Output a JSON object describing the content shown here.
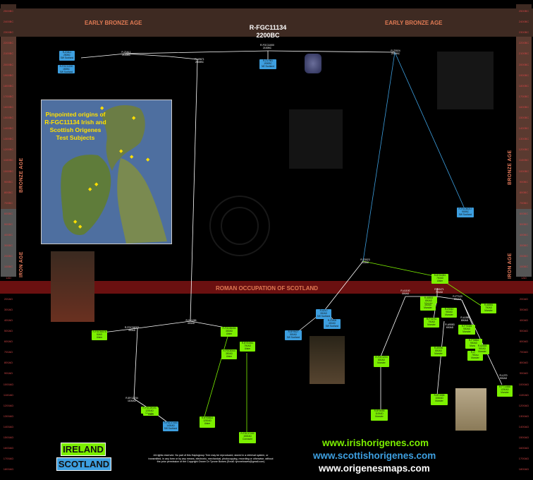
{
  "header": {
    "title_line1": "R-FGC11134",
    "title_line2": "2200BC",
    "left_era": "EARLY BRONZE AGE",
    "right_era": "EARLY BRONZE AGE"
  },
  "bands": {
    "roman": "ROMAN OCCUPATION OF SCOTLAND"
  },
  "side_labels": {
    "bronze_left": "BRONZE AGE",
    "bronze_right": "BRONZE AGE",
    "iron_left": "IRON AGE",
    "iron_right": "IRON AGE"
  },
  "timeline_ticks": [
    "2500BC",
    "2400BC",
    "2300BC",
    "2200BC",
    "2100BC",
    "2000BC",
    "1900BC",
    "1800BC",
    "1700BC",
    "1600BC",
    "1500BC",
    "1400BC",
    "1300BC",
    "1200BC",
    "1100BC",
    "1000BC",
    "900BC",
    "800BC",
    "700BC",
    "600BC",
    "500BC",
    "400BC",
    "300BC",
    "200BC",
    "100BC",
    "1AD",
    "100AD",
    "200AD",
    "300AD",
    "400AD",
    "500AD",
    "600AD",
    "700AD",
    "800AD",
    "900AD",
    "1000AD",
    "1100AD",
    "1200AD",
    "1300AD",
    "1400AD",
    "1500AD",
    "1600AD",
    "1700AD",
    "1800AD"
  ],
  "map_inset": {
    "caption": "Pinpointed origins of R-FGC11134 Irish and Scottish Origenes Test Subjects"
  },
  "hubs": [
    {
      "id": "h-root",
      "text": "R-FGC11000\n2100BC"
    },
    {
      "id": "h-left",
      "text": "R-Z16L1\n2100BC"
    },
    {
      "id": "h-mid",
      "text": "R-A9671\n2000BC"
    },
    {
      "id": "h-right",
      "text": "R-Z3024\n2100BC"
    },
    {
      "id": "h-iron",
      "text": "R-Z3023\n100BC"
    },
    {
      "id": "h-lower-left",
      "text": "R-FGC34003\n300AD"
    },
    {
      "id": "h-lower-mid",
      "text": "R-S11286\n400AD"
    },
    {
      "id": "h-r1",
      "text": "R-A1100\n300AD"
    },
    {
      "id": "h-r2",
      "text": "R-A9471\n700AD"
    },
    {
      "id": "h-r3",
      "text": "R-FT123\n800AD"
    },
    {
      "id": "h-r4",
      "text": "R-A9083\n600AD"
    },
    {
      "id": "h-r5",
      "text": "R-A158\n800AD"
    },
    {
      "id": "h-ll2",
      "text": "R-BY12234\n1100AD"
    },
    {
      "id": "h-rr",
      "text": "R-L270\n900AD"
    }
  ],
  "nodes": [
    {
      "id": "n1",
      "color": "blue",
      "text": "R-Z16L1\n250BC\nSW Scotland"
    },
    {
      "id": "n2",
      "color": "blue",
      "text": "R-FGC11000\n150BC\nSW Scotland"
    },
    {
      "id": "n3",
      "color": "blue",
      "text": "R-Z17981\n1900BC\nNE Scotland"
    },
    {
      "id": "n4",
      "color": "blue",
      "text": "R-FGC80217\n900BC\nSW Scotland"
    },
    {
      "id": "n5",
      "color": "green",
      "text": "R-FGC54078\n50AD\nUlster"
    },
    {
      "id": "n6",
      "color": "green",
      "text": "R-Y234\n300AD\nMunster"
    },
    {
      "id": "n7",
      "color": "green",
      "text": "R-A8851\n700AD\nMunster"
    },
    {
      "id": "n8",
      "color": "blue",
      "text": "R-A210\n300AD\nSW Scotland"
    },
    {
      "id": "n9",
      "color": "blue",
      "text": "R-Z3005\n400AD\nSW Scotland"
    },
    {
      "id": "n10",
      "color": "blue",
      "text": "R-BY9627\n500AD\nSW Scotland"
    },
    {
      "id": "n11",
      "color": "green",
      "text": "R-FGC84434\n300AD\nUlster"
    },
    {
      "id": "n12",
      "color": "green",
      "text": "R-FGC8344\n350AD\nUlster"
    },
    {
      "id": "n13",
      "color": "green",
      "text": "R-BY54081\n700AD\nUlster"
    },
    {
      "id": "n14",
      "color": "green",
      "text": "R-BY54061\n700AD\nUlster"
    },
    {
      "id": "n15",
      "color": "green",
      "text": "R-FGC1204\n800AD\nMunster"
    },
    {
      "id": "n16",
      "color": "green",
      "text": "R-Z3042\n900AD\nMunster"
    },
    {
      "id": "n17",
      "color": "green",
      "text": "R-FT4731\n700AD\nMunster"
    },
    {
      "id": "n18",
      "color": "green",
      "text": "R-A9056\n800AD\nMunster"
    },
    {
      "id": "n19",
      "color": "green",
      "text": "R-FT5345\n900AD\nMunster"
    },
    {
      "id": "n20",
      "color": "green",
      "text": "R-FT8864\n900AD\nMunster"
    },
    {
      "id": "n21",
      "color": "green",
      "text": "R-Z3055\n700AD\nMunster"
    },
    {
      "id": "n22",
      "color": "green",
      "text": "R-BY1558\n1000AD\nMunster"
    },
    {
      "id": "n23",
      "color": "green",
      "text": "R-A2845\n900AD\nMunster"
    },
    {
      "id": "n24",
      "color": "green",
      "text": "R-A8802\n800AD\nMunster"
    },
    {
      "id": "n25",
      "color": "green",
      "text": "R-BY5055\n1100AD\nMunster"
    },
    {
      "id": "n26",
      "color": "green",
      "text": "R-FT14658\n1200AD\nMunster"
    },
    {
      "id": "n27",
      "color": "green",
      "text": "R-BY89030\n1100AD\nUlster"
    },
    {
      "id": "n28",
      "color": "green",
      "text": "R-BY08812\n1200AD\nUlster"
    },
    {
      "id": "n29",
      "color": "blue",
      "text": "R-FGC17453\n1400AD\nSW Scotland"
    },
    {
      "id": "n30",
      "color": "green",
      "text": "R-FGC17152\n1500AD\nConnacht"
    },
    {
      "id": "n31",
      "color": "green",
      "text": "R-FGC29193\n1200AD\nMunster"
    }
  ],
  "legend": {
    "ireland": "IRELAND",
    "scotland": "SCOTLAND",
    "ireland_color": "#7cf000",
    "scotland_color": "#3d9fe0"
  },
  "urls": {
    "irish": "www.irishorigenes.com",
    "scottish": "www.scottishorigenes.com",
    "maps": "www.origenesmaps.com"
  },
  "copyright": "All rights reserved. No part of this Haplogroup Tree may be reproduced, stored in a retrieval system, or transmitted, in any form or by any means, electronic, mechanical, photocopying, recording or otherwise, without the prior permission of the Copyright Owner Dr Tyrone Bowes (Email: tyronebowes@gmail.com)",
  "colors": {
    "header_bar": "#3e2a22",
    "roman_band": "#6a1010",
    "era_text": "#e07a54"
  }
}
